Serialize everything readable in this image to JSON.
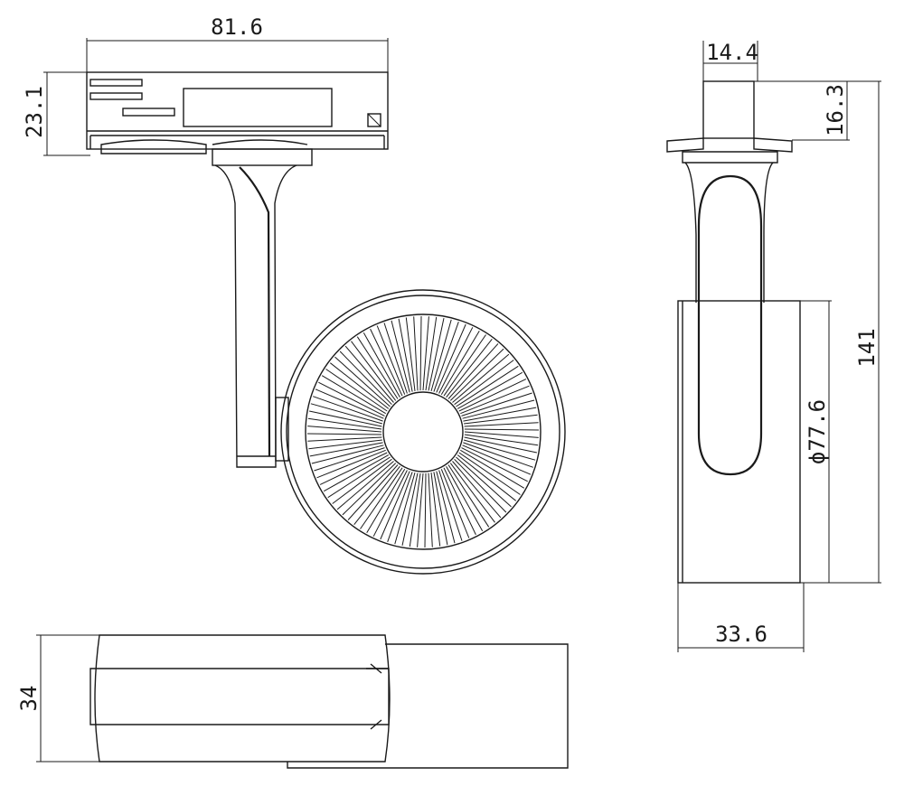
{
  "dimensions": {
    "width_81_6": "81.6",
    "height_23_1": "23.1",
    "width_14_4": "14.4",
    "height_16_3": "16.3",
    "height_141": "141",
    "diameter_77_6": "ϕ77.6",
    "depth_33_6": "33.6",
    "height_34": "34"
  },
  "colors": {
    "line": "#1a1a1a",
    "background": "#ffffff"
  }
}
